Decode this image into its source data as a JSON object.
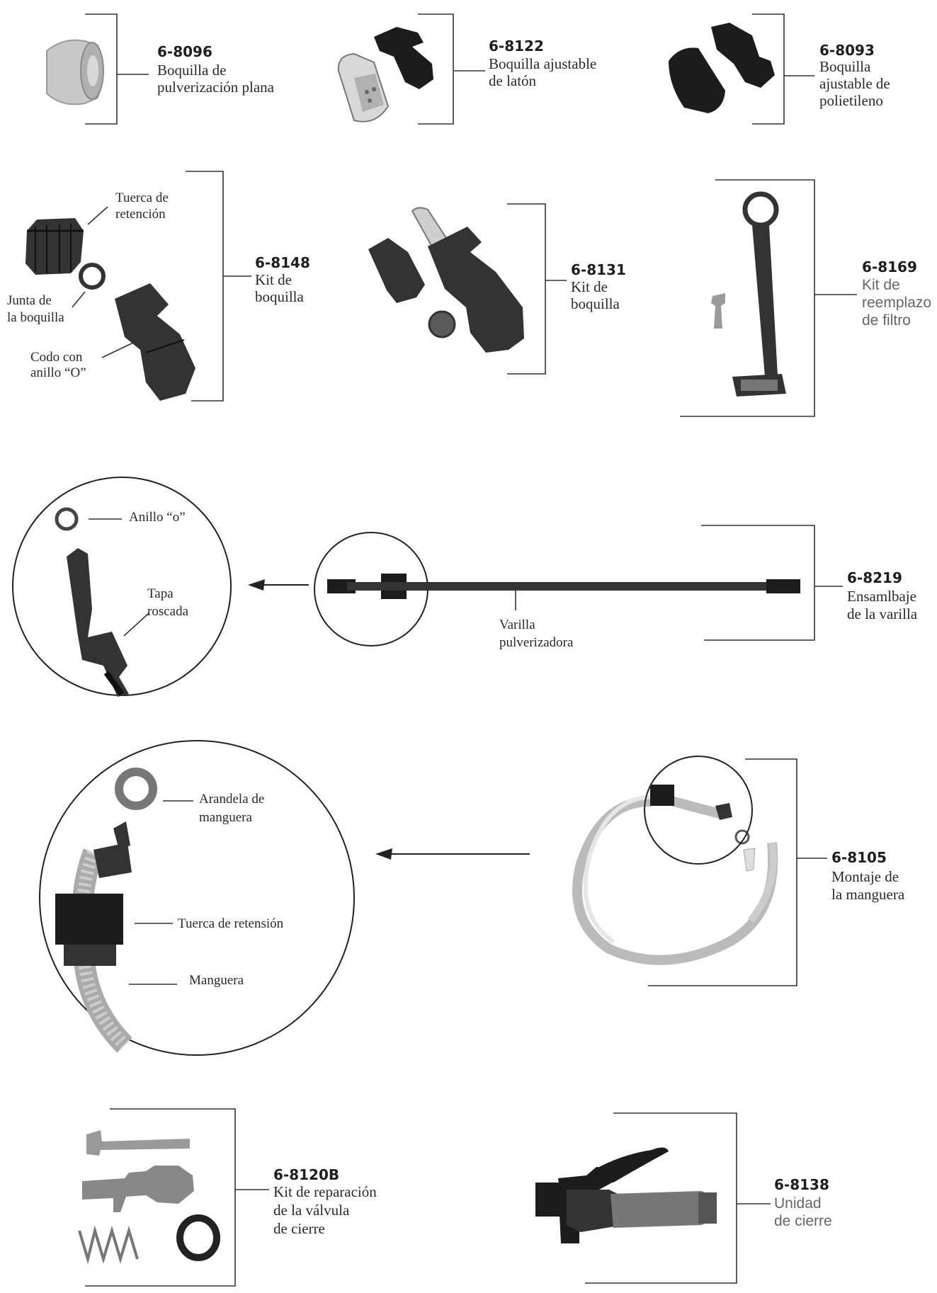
{
  "parts": [
    {
      "id": "p8096",
      "number": "6-8096",
      "desc": [
        "Boquilla de",
        "pulverización plana"
      ]
    },
    {
      "id": "p8122",
      "number": "6-8122",
      "desc": [
        "Boquilla ajustable",
        "de latón"
      ]
    },
    {
      "id": "p8093",
      "number": "6-8093",
      "desc": [
        "Boquilla",
        "ajustable de",
        "polietileno"
      ]
    },
    {
      "id": "p8148",
      "number": "6-8148",
      "desc": [
        "Kit de",
        "boquilla"
      ]
    },
    {
      "id": "p8131",
      "number": "6-8131",
      "desc": [
        "Kit de",
        "boquilla"
      ]
    },
    {
      "id": "p8169",
      "number": "6-8169",
      "desc": [
        "Kit de",
        "reemplazo",
        "de filtro"
      ]
    },
    {
      "id": "p8219",
      "number": "6-8219",
      "desc": [
        "Ensamlbaje",
        "de la varilla"
      ]
    },
    {
      "id": "p8105",
      "number": "6-8105",
      "desc": [
        "Montaje de",
        "la manguera"
      ]
    },
    {
      "id": "p8120B",
      "number": "6-8120B",
      "desc": [
        "Kit de reparación",
        "de la válvula",
        "de cierre"
      ]
    },
    {
      "id": "p8138",
      "number": "6-8138",
      "desc": [
        "Unidad",
        "de cierre"
      ]
    }
  ],
  "callouts": {
    "tuerca_retencion": [
      "Tuerca de",
      "retención"
    ],
    "junta_boquilla": [
      "Junta de",
      "la boquilla"
    ],
    "codo_anillo": [
      "Codo con",
      "anillo “O”"
    ],
    "anillo_o": "Anillo “o”",
    "tapa_roscada": [
      "Tapa",
      "roscada"
    ],
    "varilla": [
      "Varilla",
      "pulverizadora"
    ],
    "arandela": [
      "Arandela de",
      "manguera"
    ],
    "tuerca_retension": "Tuerca de retensión",
    "manguera": "Manguera"
  },
  "colors": {
    "ink": "#1c1c1c",
    "line": "#333333",
    "light_text": "#666666"
  }
}
